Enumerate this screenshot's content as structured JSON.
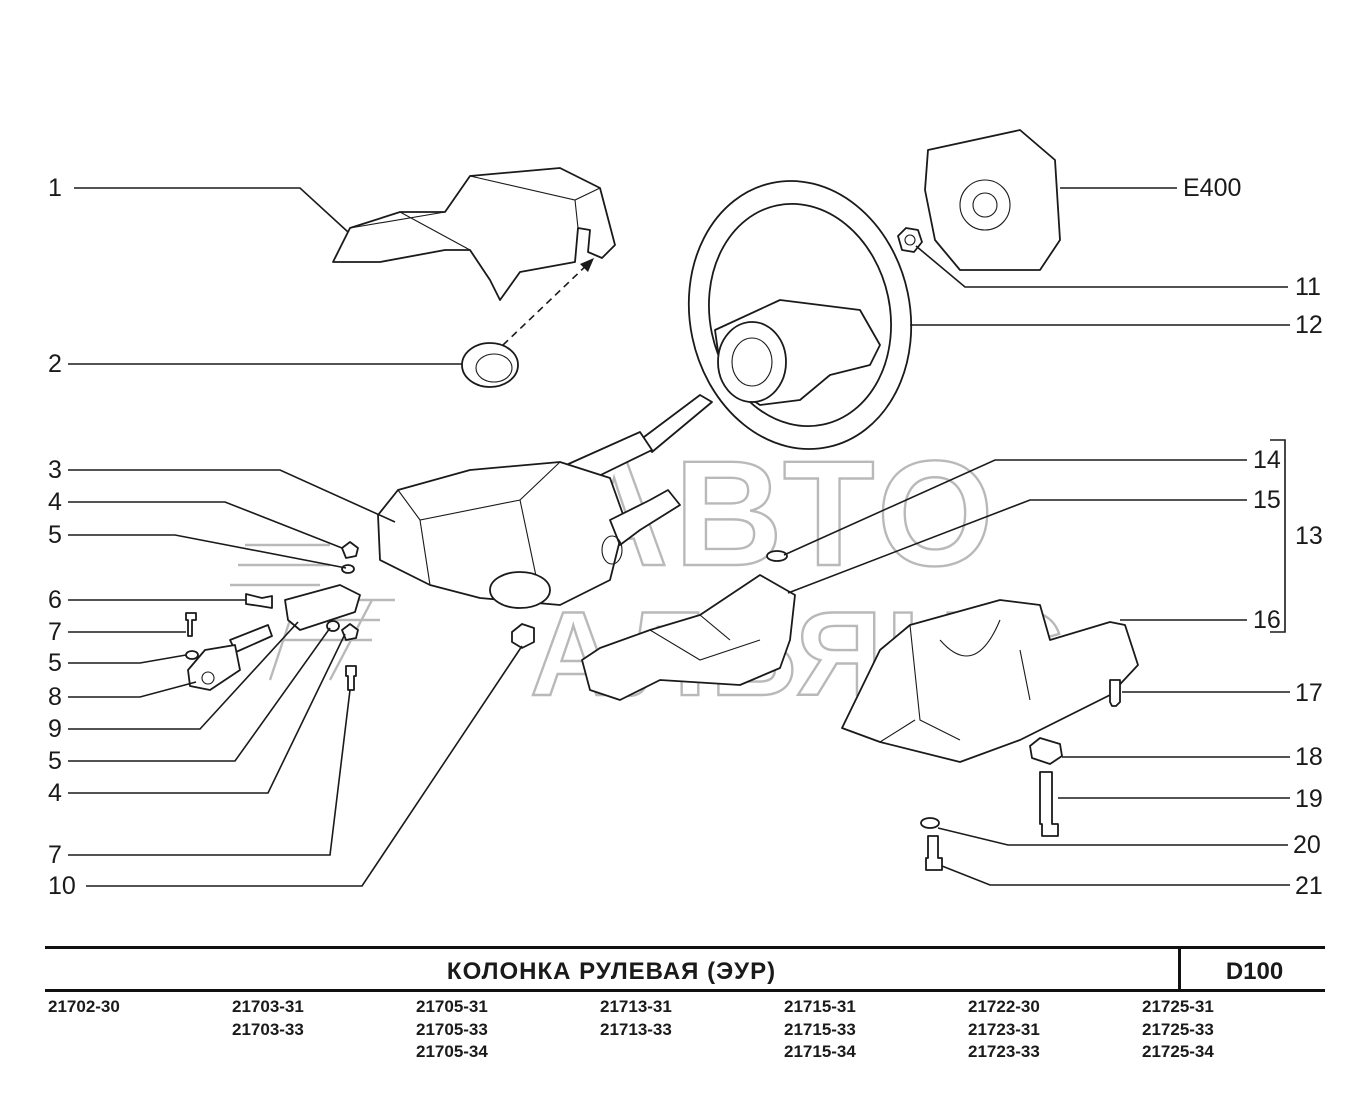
{
  "diagram": {
    "watermark": {
      "line1": "АВТО",
      "line2": "АЛЬЯНС"
    },
    "callouts": {
      "c1": "1",
      "c2": "2",
      "c3": "3",
      "c4a": "4",
      "c5a": "5",
      "c6": "6",
      "c7a": "7",
      "c5b": "5",
      "c8": "8",
      "c9": "9",
      "c5c": "5",
      "c4b": "4",
      "c7b": "7",
      "c10": "10",
      "e400": "E400",
      "c11": "11",
      "c12": "12",
      "c14": "14",
      "c15": "15",
      "c13": "13",
      "c16": "16",
      "c17": "17",
      "c18": "18",
      "c19": "19",
      "c20": "20",
      "c21": "21"
    }
  },
  "footer": {
    "title": "КОЛОНКА  РУЛЕВАЯ  (ЭУР)",
    "code": "D100",
    "models": [
      [
        "21702-30"
      ],
      [
        "21703-31",
        "21703-33"
      ],
      [
        "21705-31",
        "21705-33",
        "21705-34"
      ],
      [
        "21713-31",
        "21713-33"
      ],
      [
        "21715-31",
        "21715-33",
        "21715-34"
      ],
      [
        "21722-30",
        "21723-31",
        "21723-33"
      ],
      [
        "21725-31",
        "21725-33",
        "21725-34"
      ]
    ]
  }
}
